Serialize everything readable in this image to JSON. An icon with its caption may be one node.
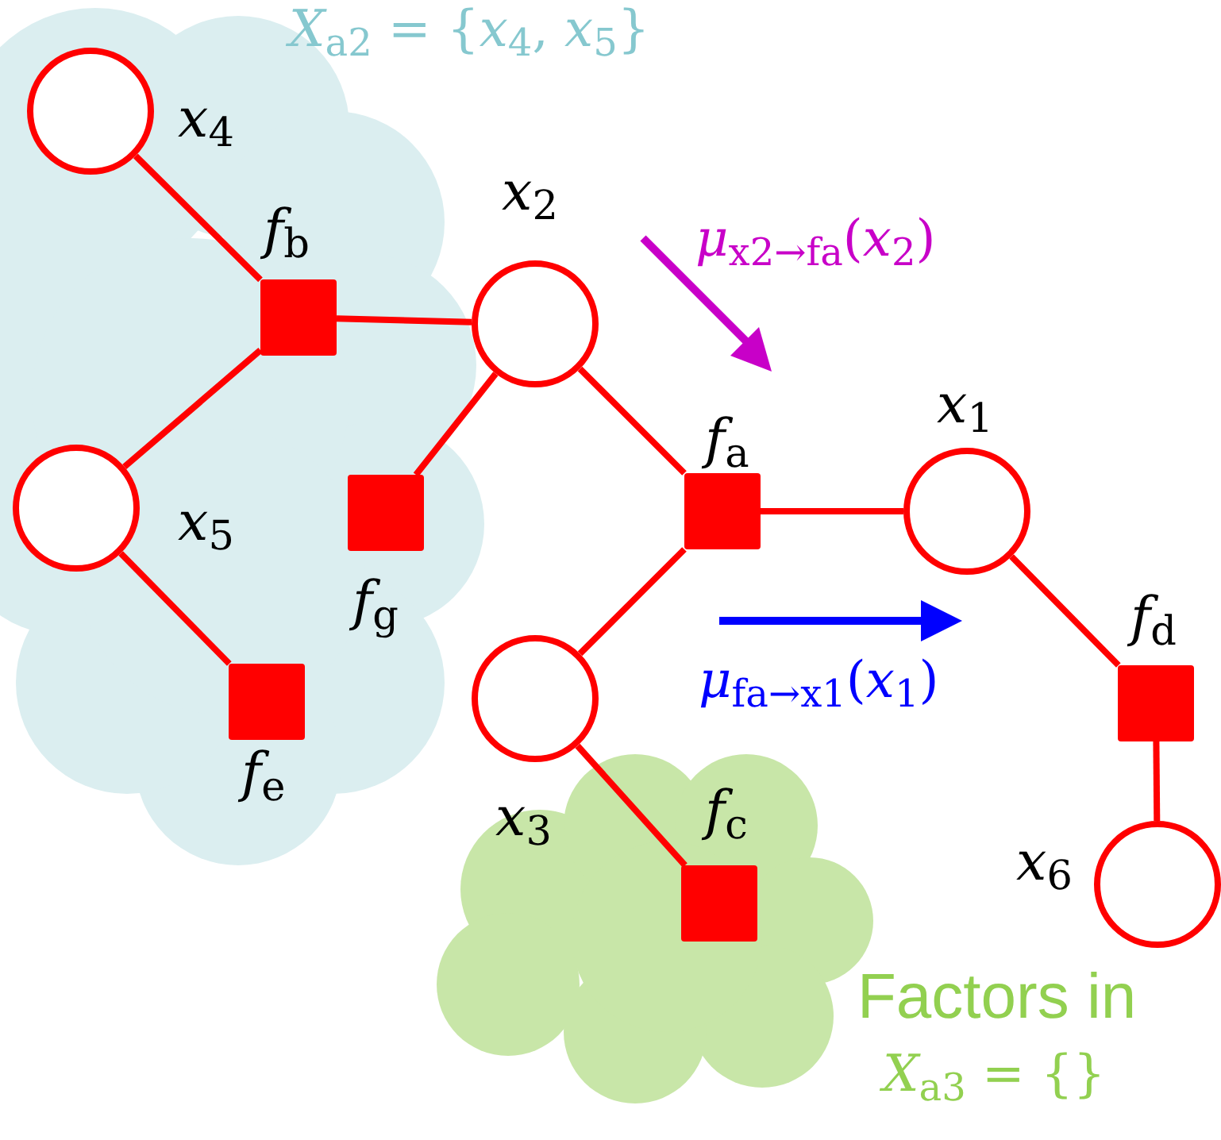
{
  "diagram": {
    "nodes": [
      {
        "text": [],
        "shape": "circle",
        "beside": [
          "*x*$_{4}$"
        ]
      },
      {
        "text": [],
        "shape": "box",
        "beside": [
          "*f*$_{b}$"
        ]
      },
      {
        "text": [],
        "shape": "circle",
        "beside": [
          "*x*$_{2}$"
        ]
      },
      {
        "text": [],
        "shape": "circle",
        "beside": [
          "*x*$_{5}$"
        ]
      },
      {
        "text": [],
        "shape": "box",
        "beside": [
          "*f*$_{g}$"
        ]
      },
      {
        "text": [],
        "shape": "box",
        "beside": [
          "*f*$_{a}$"
        ]
      },
      {
        "text": [],
        "shape": "circle",
        "beside": [
          "*x*$_{1}$"
        ]
      },
      {
        "text": [],
        "shape": "circle",
        "beside": [
          "*x*$_{3}$"
        ]
      },
      {
        "text": [],
        "shape": "box",
        "beside": [
          "*f*$_{e}$"
        ]
      },
      {
        "text": [],
        "shape": "box",
        "beside": [
          "*f*$_{d}$"
        ]
      },
      {
        "text": [],
        "shape": "box",
        "beside": [
          "*f*$_{c}$"
        ]
      },
      {
        "text": [],
        "shape": "circle",
        "beside": [
          "*x*$_{6}$"
        ]
      }
    ],
    "edges": [
      {
        "from": 0,
        "to": 1,
        "arrow": "none"
      },
      {
        "from": 1,
        "to": 2,
        "arrow": "none"
      },
      {
        "from": 1,
        "to": 3,
        "arrow": "none"
      },
      {
        "from": 2,
        "to": 4,
        "arrow": "none"
      },
      {
        "from": 2,
        "to": 5,
        "arrow": "none"
      },
      {
        "from": 5,
        "to": 6,
        "arrow": "none"
      },
      {
        "from": 5,
        "to": 7,
        "arrow": "none"
      },
      {
        "from": 3,
        "to": 8,
        "arrow": "none"
      },
      {
        "from": 6,
        "to": 9,
        "arrow": "none"
      },
      {
        "from": 7,
        "to": 10,
        "arrow": "none"
      },
      {
        "from": 9,
        "to": 11,
        "arrow": "none"
      }
    ],
    "labels": [
      "*X*$_{a2}$ = {*x*$_{4}$, *x*$_{5}$}",
      "*μ*$_{x2→fa}$(*x*$_{2}$)",
      "*μ*$_{fa→x1}$(*x*$_{1}$)",
      "Factors in",
      "*X*$_{a3}$ = {}"
    ]
  }
}
